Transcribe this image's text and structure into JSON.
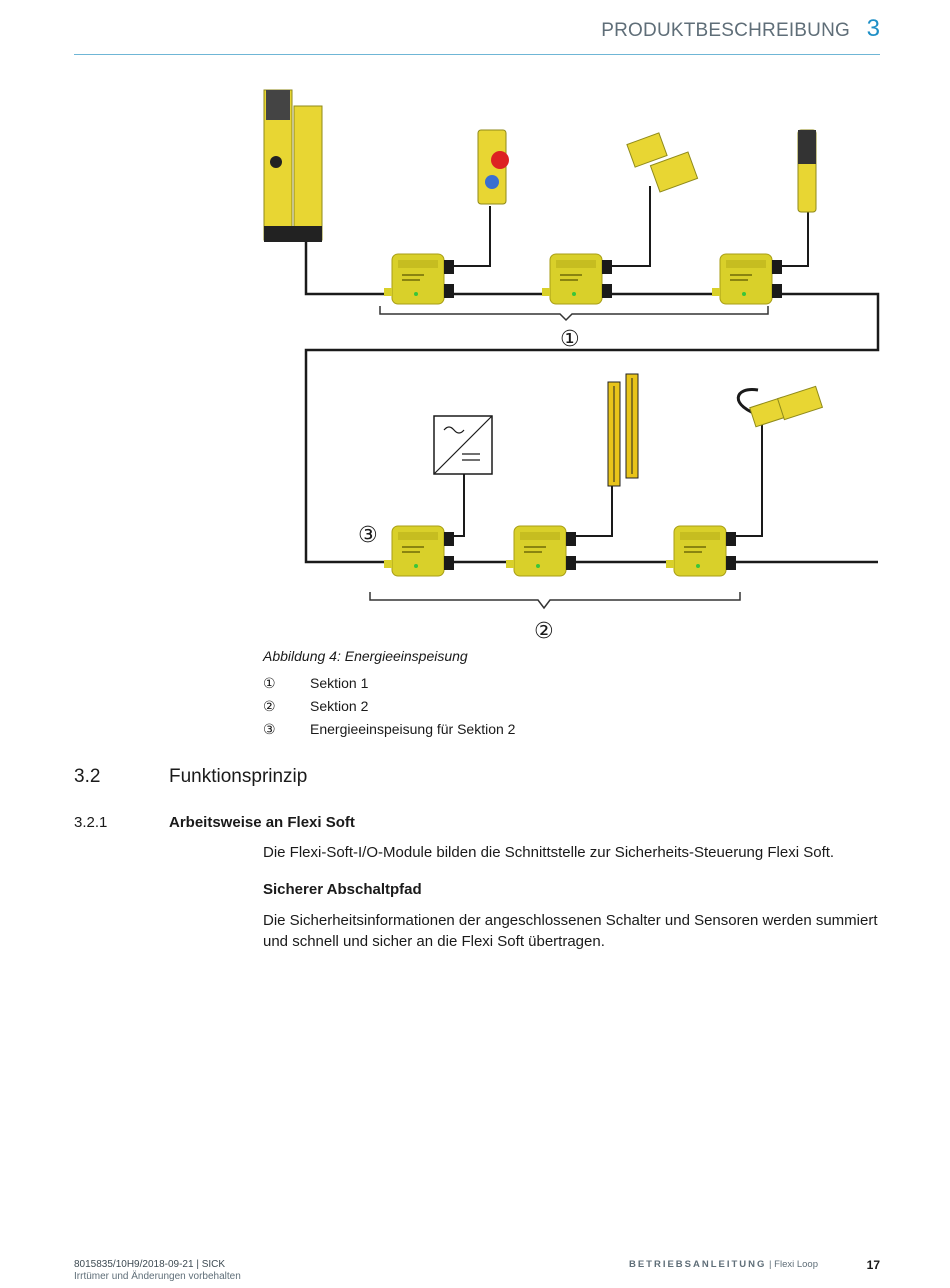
{
  "header": {
    "chapter_title": "PRODUKTBESCHREIBUNG",
    "chapter_number": "3"
  },
  "figure": {
    "caption": "Abbildung 4: Energieeinspeisung",
    "callouts": [
      "①",
      "②",
      "③"
    ],
    "legend": [
      {
        "num": "①",
        "text": "Sektion 1"
      },
      {
        "num": "②",
        "text": "Sektion 2"
      },
      {
        "num": "③",
        "text": "Energieeinspeisung für Sektion 2"
      }
    ],
    "colors": {
      "device_yellow": "#e8d633",
      "module_yellow": "#d9d02a",
      "wire": "#1a1a1a"
    }
  },
  "section": {
    "number": "3.2",
    "title": "Funktionsprinzip"
  },
  "subsection": {
    "number": "3.2.1",
    "title": "Arbeitsweise an Flexi Soft",
    "paragraph": "Die Flexi-Soft-I/O-Module bilden die Schnittstelle zur Sicherheits-Steuerung Flexi Soft.",
    "subheading": "Sicherer Abschaltpfad",
    "paragraph2": "Die Sicherheitsinformationen der angeschlossenen Schalter und Sensoren werden summiert und schnell und sicher an die Flexi Soft übertragen."
  },
  "footer": {
    "doc_id": "8015835/10H9/2018-09-21 | SICK",
    "disclaimer": "Irrtümer und Änderungen vorbehalten",
    "doc_type": "BETRIEBSANLEITUNG",
    "product": "Flexi Loop",
    "page": "17"
  }
}
